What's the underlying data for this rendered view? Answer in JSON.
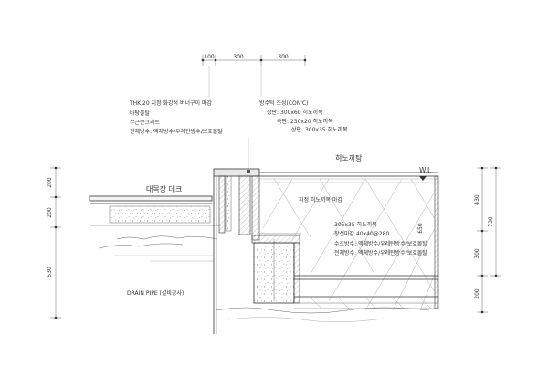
{
  "top_dimensions": [
    "100",
    "300",
    "300"
  ],
  "left_dimensions": [
    "200",
    "200",
    "530"
  ],
  "right_dimensions": [
    "430",
    "300",
    "200"
  ],
  "right_total_dimension": "730",
  "depth_dimension": "650",
  "labels": {
    "deck": "대목장 데크",
    "cypress_edge": "히노끼탕",
    "water_level": "W.L",
    "drain_pipe": "DRAIN PIPE (설비공사)",
    "upper_finish": "지정 히노끼목 마감"
  },
  "left_notes": [
    "THK 20 지정 화강석 버너구이 마감",
    "바탕몰탈",
    "무근콘크리트",
    "전체방수: 액체방수/우레탄방수/보호몰탈"
  ],
  "right_notes": [
    "방수턱 조성(CON'C)",
    "상판: 300x60 히노끼목",
    "측판: 230x20 히노끼목",
    "상판: 300x35 히노끼목"
  ],
  "lower_notes": [
    "305x35 히노끼목",
    "장선마감 40x40@280",
    "수조방수: 액체방수/우레탄방수/보호몰탈",
    "전체방수: 액체방수/우레탄방수/보호몰탈"
  ]
}
